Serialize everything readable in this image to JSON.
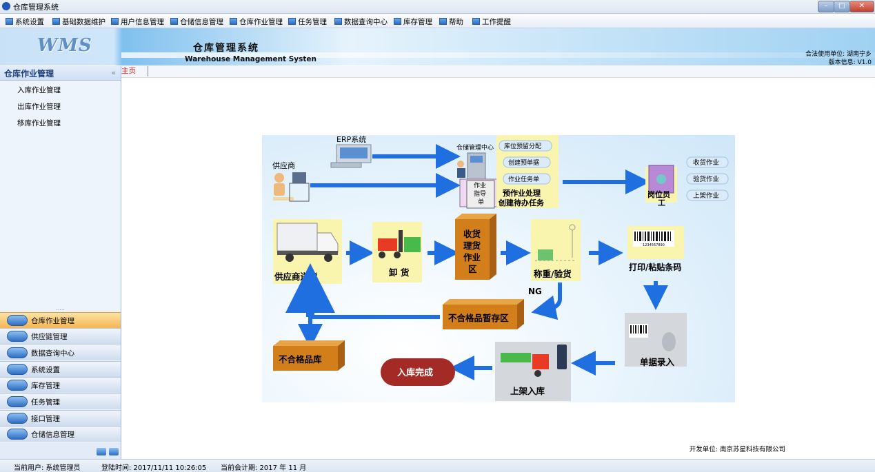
{
  "window": {
    "title": "仓库管理系统"
  },
  "menu": [
    "系统设置",
    "基础数据维护",
    "用户信息管理",
    "仓储信息管理",
    "仓库作业管理",
    "任务管理",
    "数据查询中心",
    "库存管理",
    "帮助",
    "工作提醒"
  ],
  "banner": {
    "logo": "WMS",
    "title": "仓库管理系统",
    "subtitle": "Warehouse Management Systen",
    "unit": "合法使用单位: 湖南宁乡",
    "version": "版本信息: V1.0"
  },
  "sidebar": {
    "header": "仓库作业管理",
    "collapse_glyph": "«",
    "items": [
      "入库作业管理",
      "出库作业管理",
      "移库作业管理"
    ],
    "grip": ".....",
    "categories": [
      "仓库作业管理",
      "供应链管理",
      "数据查询中心",
      "系统设置",
      "库存管理",
      "任务管理",
      "接口管理",
      "仓储信息管理"
    ]
  },
  "tabs": {
    "home": "主页"
  },
  "diagram": {
    "erp": "ERP系统",
    "supplier": "供应商",
    "wms_center": "仓储管理中心",
    "pre_items": [
      "库位预留分配",
      "创建预单据",
      "作业任务单"
    ],
    "doc_label": [
      "作业",
      "指导",
      "单"
    ],
    "pre_process": [
      "预作业处理",
      "创建待办任务"
    ],
    "post_worker": [
      "岗位员",
      "工"
    ],
    "tasks": [
      "收货作业",
      "验货作业",
      "上架作业"
    ],
    "delivery": "供应商送货",
    "unload": "卸 货",
    "receive_area": [
      "收货",
      "理货",
      "作业",
      "区"
    ],
    "weigh": "称重/验货",
    "print": "打印/粘贴条码",
    "barcode_number": "1234567890",
    "ng": "NG",
    "reject_temp": "不合格品暂存区",
    "reject_store": "不合格品库",
    "doc_entry": "单据录入",
    "shelve": "上架入库",
    "done": "入库完成"
  },
  "footer": {
    "developer": "开发单位: 南京苏星科技有限公司"
  },
  "status": {
    "user": "当前用户: 系统管理员",
    "login": "登陆时间: 2017/11/11 10:26:05",
    "period": "当前会计期: 2017 年 11 月"
  },
  "colors": {
    "arrow": "#1f6fe0",
    "box_yellow": "#faf5ae",
    "box_brown": "#d27e1a",
    "done_red": "#a42a26"
  }
}
